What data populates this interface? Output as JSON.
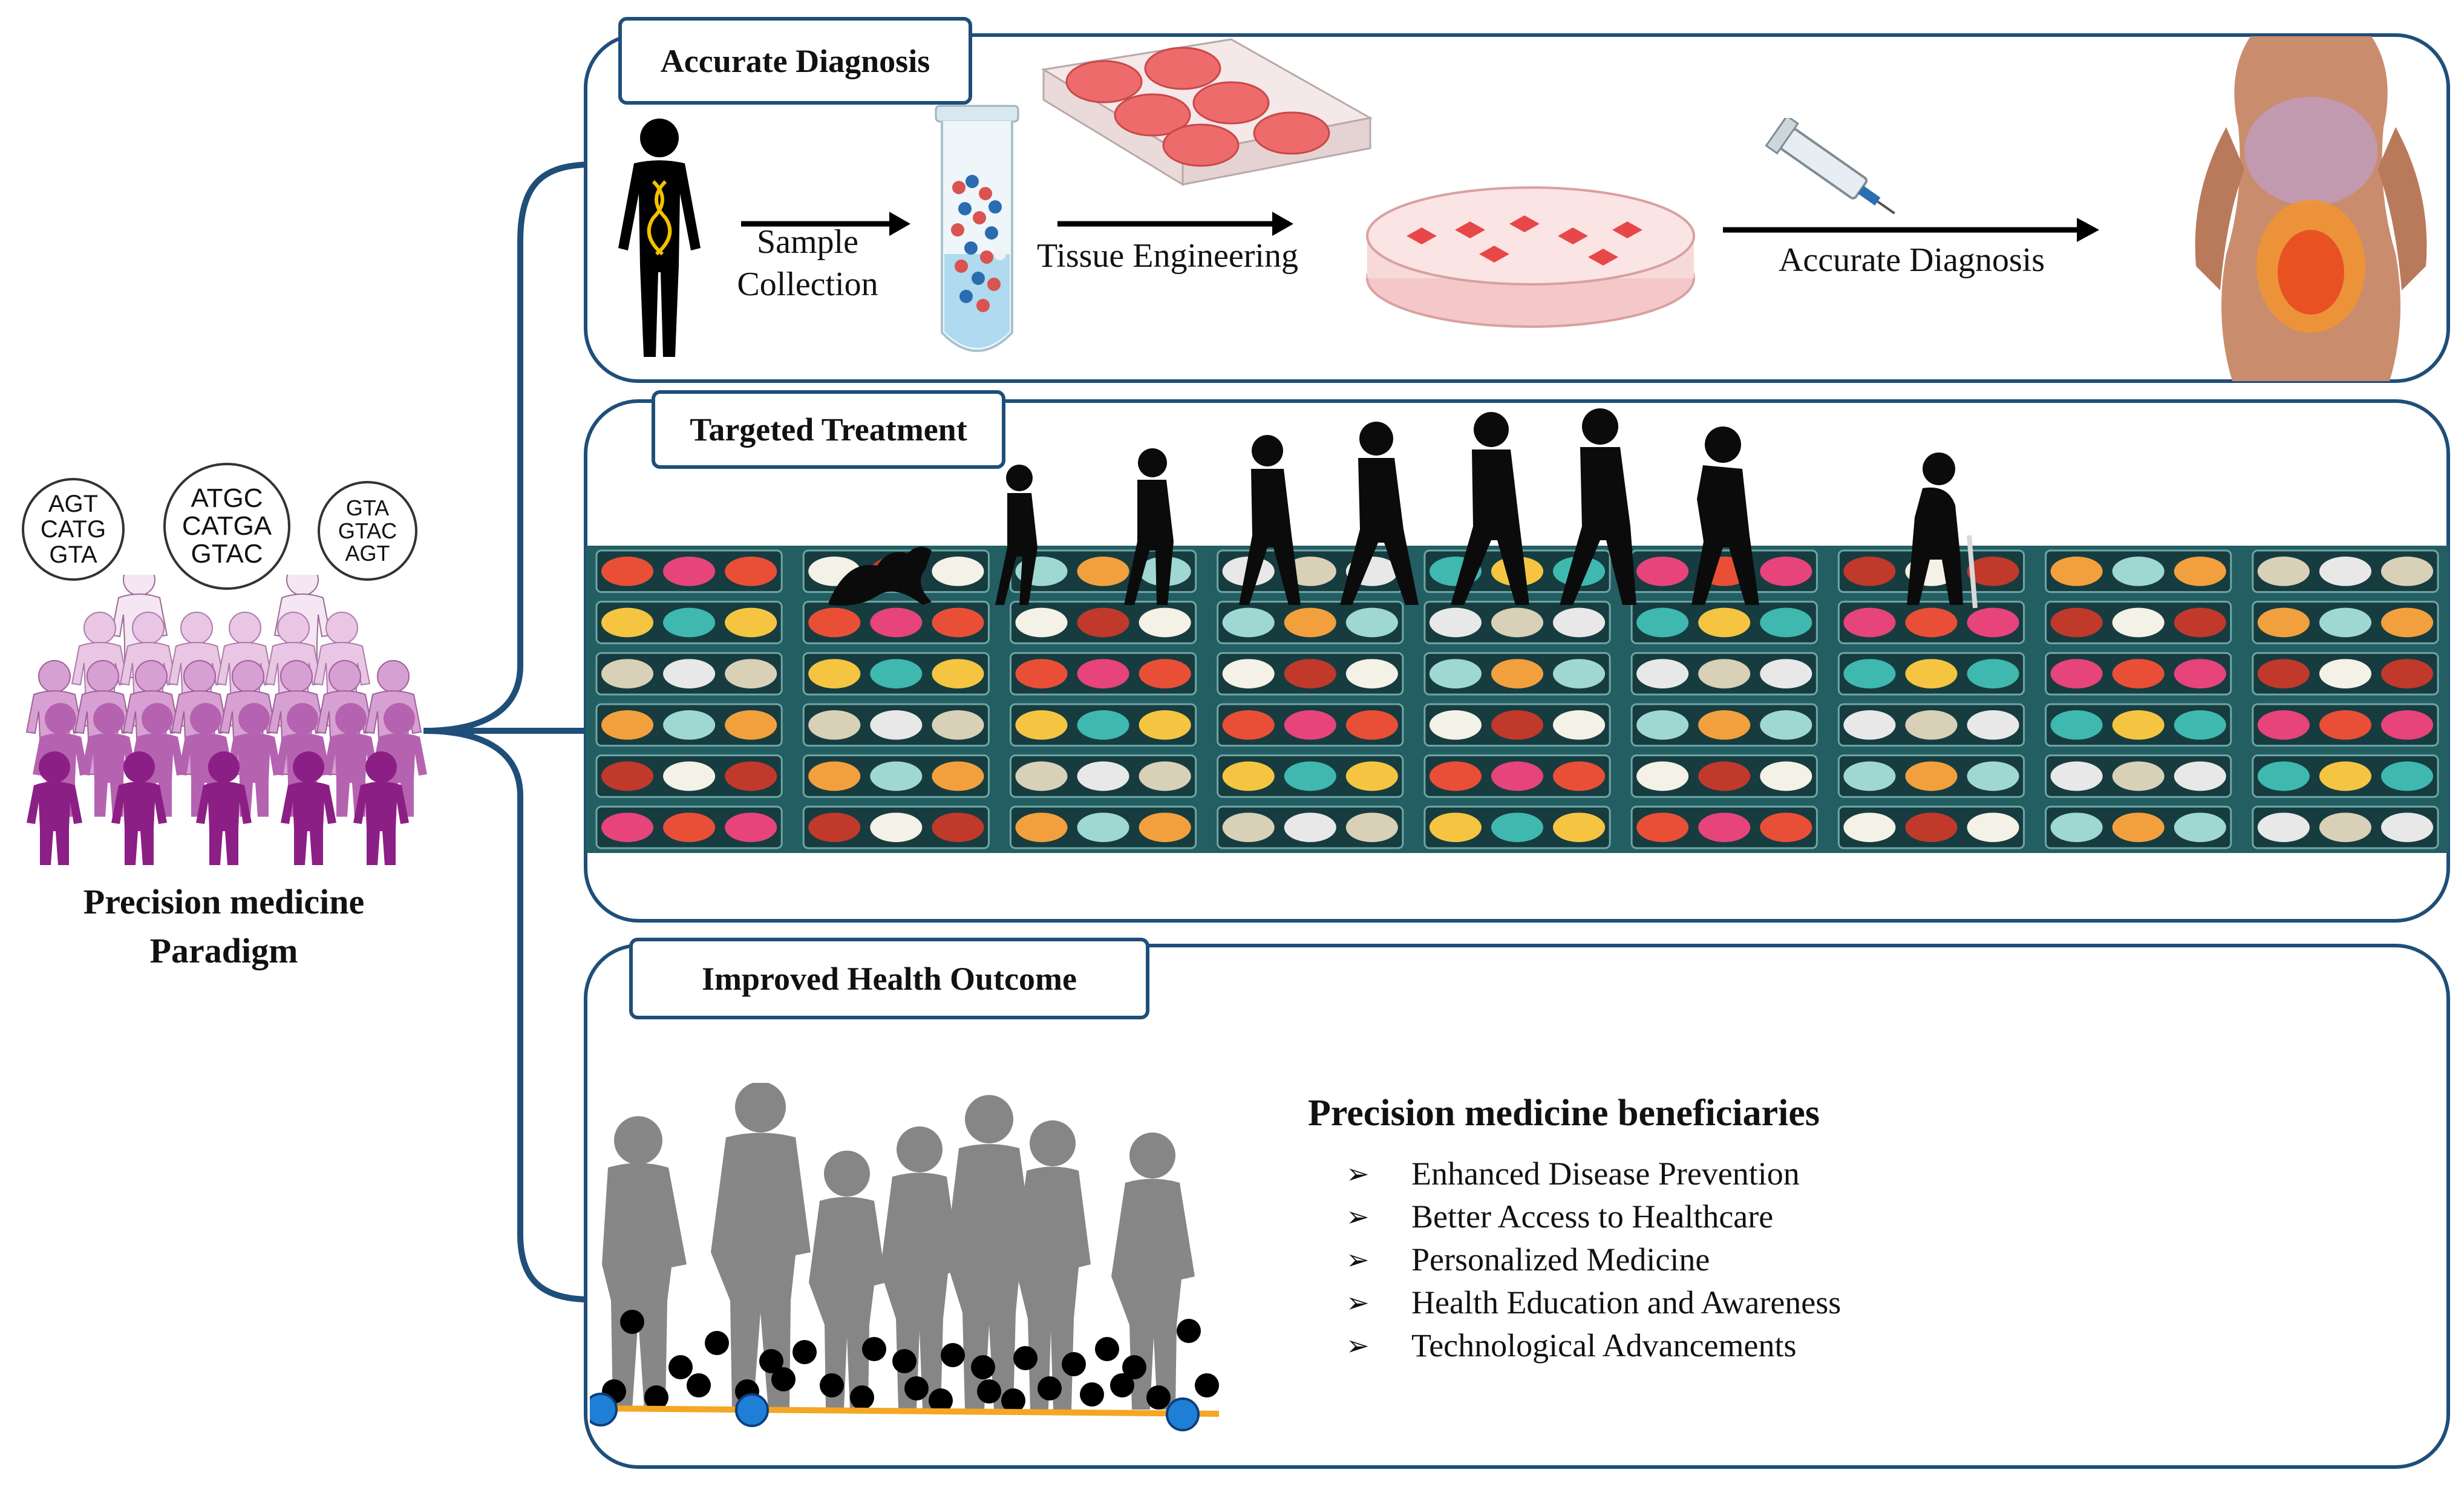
{
  "left": {
    "title_line1": "Precision medicine",
    "title_line2": "Paradigm",
    "dna_codes": [
      "AGT\nCATG\nGTA",
      "ATGC\nCATGA\nGTAC",
      "GTA\nGTAC\nAGT"
    ],
    "colors": {
      "light": "#e8c6e4",
      "medium": "#c27bbd",
      "dark": "#8c1f85"
    }
  },
  "diagnosis": {
    "tab_label": "Accurate Diagnosis",
    "step1_line1": "Sample",
    "step1_line2": "Collection",
    "step2": "Tissue Engineering",
    "step3": "Accurate Diagnosis"
  },
  "treatment": {
    "tab_label": "Targeted Treatment"
  },
  "outcome": {
    "tab_label": "Improved Health  Outcome",
    "beneficiaries_title": "Precision medicine beneficiaries",
    "beneficiaries": [
      "Enhanced Disease Prevention",
      "Better Access to Healthcare",
      "Personalized Medicine",
      "Health Education and Awareness",
      "Technological Advancements"
    ],
    "bullet_glyph": "➢"
  },
  "colors": {
    "border": "#1f4e79",
    "accent_orange": "#f5a623",
    "accent_blue": "#1f7fd6"
  }
}
